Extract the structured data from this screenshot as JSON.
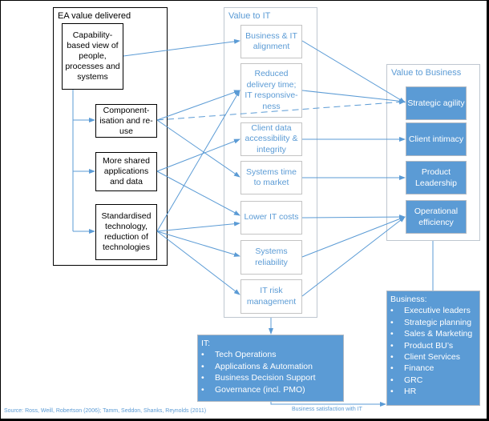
{
  "colors": {
    "accent": "#5b9bd5",
    "ea_border": "#000000",
    "group_border": "#bfc7d0"
  },
  "ea": {
    "title": "EA value delivered",
    "items": [
      "Capability-based view of people, processes and systems",
      "Component-isation and re-use",
      "More shared applications and data",
      "Standardised technology, reduction of technologies"
    ]
  },
  "value_it": {
    "title": "Value to IT",
    "items": [
      "Business & IT alignment",
      "Reduced delivery time; IT responsive-ness",
      "Client data accessibility & integrity",
      "Systems time to market",
      "Lower IT costs",
      "Systems reliability",
      "IT risk management"
    ]
  },
  "value_business": {
    "title": "Value to Business",
    "items": [
      "Strategic agility",
      "Client intimacy",
      "Product Leadership",
      "Operational efficiency"
    ]
  },
  "it_box": {
    "title": "IT:",
    "items": [
      "Tech Operations",
      "Applications & Automation",
      "Business Decision Support",
      "Governance (incl. PMO)"
    ]
  },
  "business_box": {
    "title": "Business:",
    "items": [
      "Executive leaders",
      "Strategic planning",
      "Sales & Marketing",
      "Product BU’s",
      "Client Services",
      "Finance",
      "GRC",
      "HR"
    ]
  },
  "satisfaction_label": "Business satisfaction with IT",
  "source": "Source: Ross, Weill, Robertson (2006); Tamm, Seddon, Shanks, Reynolds (2011)"
}
